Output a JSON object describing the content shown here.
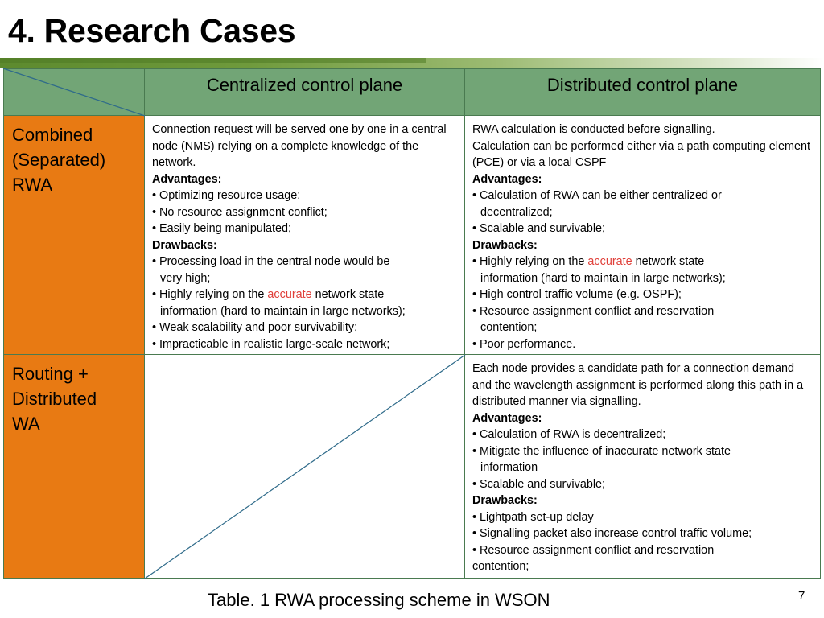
{
  "slide": {
    "title": "4. Research Cases",
    "caption": "Table. 1  RWA processing scheme in WSON",
    "page_number": "7"
  },
  "table": {
    "headers": [
      "Centralized control plane",
      "Distributed control plane"
    ],
    "rows": [
      {
        "label": [
          "Combined",
          "(Separated)",
          "RWA"
        ],
        "centralized": {
          "intro": "Connection request will be served one by one in a central node (NMS) relying on a complete knowledge of the network.",
          "advantages_label": "Advantages:",
          "advantages": [
            "• Optimizing resource usage;",
            "• No resource assignment conflict;",
            "• Easily being manipulated;"
          ],
          "drawbacks_label": "Drawbacks:",
          "drawbacks": {
            "d1a": "• Processing load in the central node would be",
            "d1b": "very high;",
            "d2a": "• Highly relying on the ",
            "d2red": "accurate",
            "d2b": " network state",
            "d2c": "information (hard to maintain in large networks);",
            "d3": "• Weak scalability and poor survivability;",
            "d4": "• Impracticable in realistic large-scale network;"
          }
        },
        "distributed": {
          "intro1": "RWA calculation is conducted before signalling.",
          "intro2": "Calculation can be performed either via a path computing element (PCE) or via a local CSPF",
          "advantages_label": "Advantages:",
          "advantages": {
            "a1a": "• Calculation of RWA can be either centralized or",
            "a1b": "decentralized;",
            "a2": "• Scalable and survivable;"
          },
          "drawbacks_label": "Drawbacks:",
          "drawbacks": {
            "d1a": "• Highly relying on the ",
            "d1red": "accurate",
            "d1b": " network state",
            "d1c": "information (hard to maintain in large networks);",
            "d2": "• High control traffic volume (e.g. OSPF);",
            "d3a": "• Resource assignment conflict and reservation",
            "d3b": "contention;",
            "d4": "• Poor performance."
          }
        }
      },
      {
        "label": [
          "Routing +",
          "Distributed",
          "WA"
        ],
        "centralized": null,
        "distributed": {
          "intro": "Each node provides a candidate path for a connection demand and the wavelength assignment is performed along this path in a distributed manner via signalling.",
          "advantages_label": "Advantages:",
          "advantages": {
            "a1": "• Calculation of RWA is decentralized;",
            "a2a": "• Mitigate the influence of inaccurate network state",
            "a2b": "information",
            "a3": "• Scalable and survivable;"
          },
          "drawbacks_label": "Drawbacks:",
          "drawbacks": {
            "d1": "• Lightpath set-up delay",
            "d2": "• Signalling packet also increase control traffic volume;",
            "d3a": "• Resource assignment conflict and reservation",
            "d3b": "contention;"
          }
        }
      }
    ]
  },
  "colors": {
    "header_bg": "#72a576",
    "row_label_bg": "#e87a13",
    "accent_red": "#e0403a",
    "border": "#4a7a50"
  }
}
